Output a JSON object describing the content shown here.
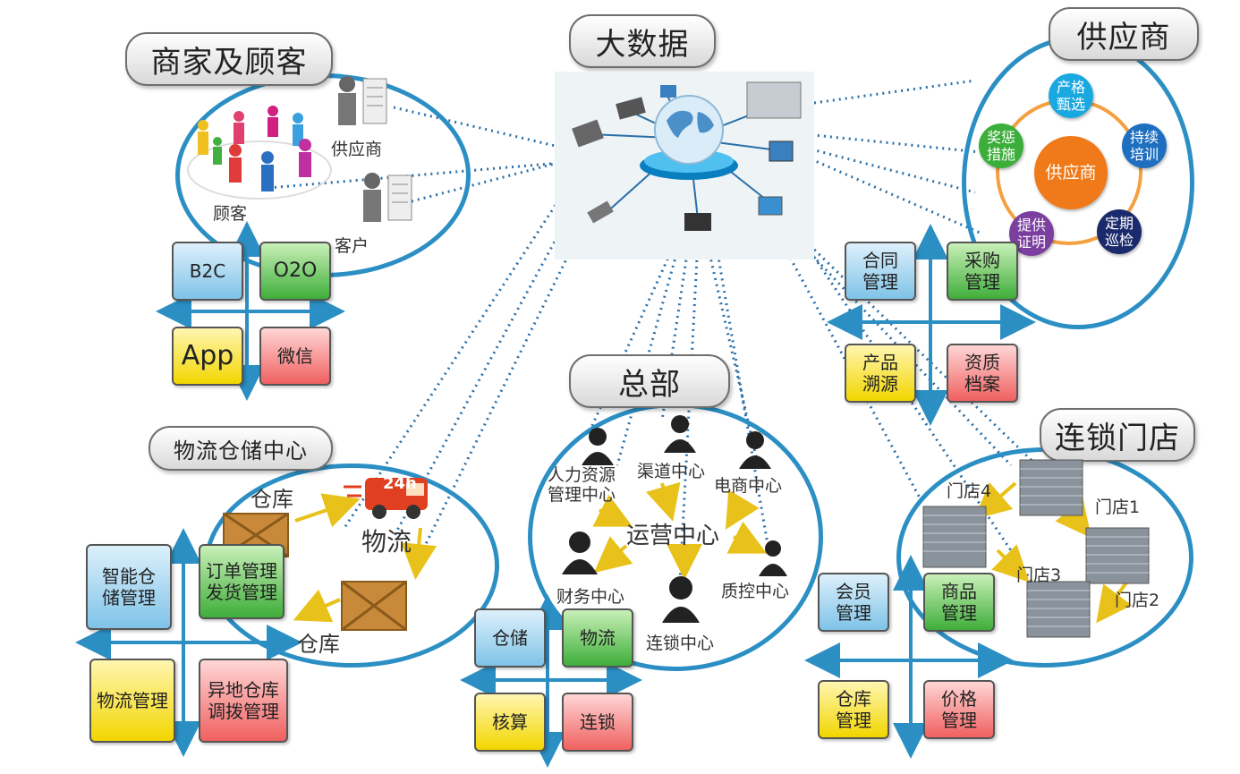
{
  "titles": {
    "big_data": "大数据",
    "merchants": "商家及顾客",
    "suppliers": "供应商",
    "logistics": "物流仓储中心",
    "hq": "总部",
    "chain": "连锁门店"
  },
  "merchants": {
    "supplier_label": "供应商",
    "customer_label": "顾客",
    "client_label": "客户",
    "tiles": [
      "B2C",
      "O2O",
      "App",
      "微信"
    ]
  },
  "suppliers": {
    "center": "供应商",
    "ring": [
      "产格\n甄选",
      "持续\n培训",
      "定期\n巡检",
      "提供\n证明",
      "奖惩\n措施"
    ],
    "tiles": [
      "合同\n管理",
      "采购\n管理",
      "产品\n溯源",
      "资质\n档案"
    ]
  },
  "logistics": {
    "warehouse_top": "仓库",
    "warehouse_bottom": "仓库",
    "flow_label": "物流",
    "truck_badge": "24h",
    "tiles": [
      "智能仓\n储管理",
      "订单管理\n发货管理",
      "物流管理",
      "异地仓库\n调拨管理"
    ]
  },
  "hq": {
    "center": "运营中心",
    "nodes": [
      "人力资源\n管理中心",
      "渠道中心",
      "电商中心",
      "财务中心",
      "质控中心",
      "连锁中心"
    ],
    "tiles": [
      "仓储",
      "物流",
      "核算",
      "连锁"
    ]
  },
  "chain": {
    "stores": [
      "门店4",
      "门店1",
      "门店3",
      "门店2"
    ],
    "tiles": [
      "会员\n管理",
      "商品\n管理",
      "仓库\n管理",
      "价格\n管理"
    ]
  },
  "colors": {
    "oval": "#2b8fc4",
    "orange": "#f07a1a",
    "cyan": "#1aa8e0",
    "green": "#3cae3a",
    "blue": "#1f6fc0",
    "navy": "#1a2a6c",
    "purple": "#7b3fa0"
  }
}
